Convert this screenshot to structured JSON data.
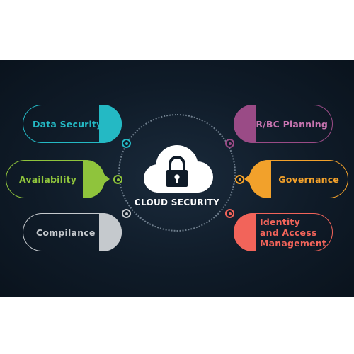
{
  "center": {
    "title": "CLOUD SECURITY",
    "icon": "cloud-lock-icon"
  },
  "colors": {
    "background": "#0f1b28",
    "data_security": "#24b9c4",
    "availability": "#8fc43c",
    "compilance": "#c5c9cd",
    "dr_bc_planning": "#9a4b86",
    "governance": "#f2a12b",
    "identity": "#f2645a"
  },
  "items": {
    "data_security": "Data Security",
    "availability": "Availability",
    "compilance": "Compilance",
    "dr_bc_planning": "DR/BC Planning",
    "governance": "Governance",
    "identity_l1": "Identity",
    "identity_l2": "and Access",
    "identity_l3": "Management"
  }
}
